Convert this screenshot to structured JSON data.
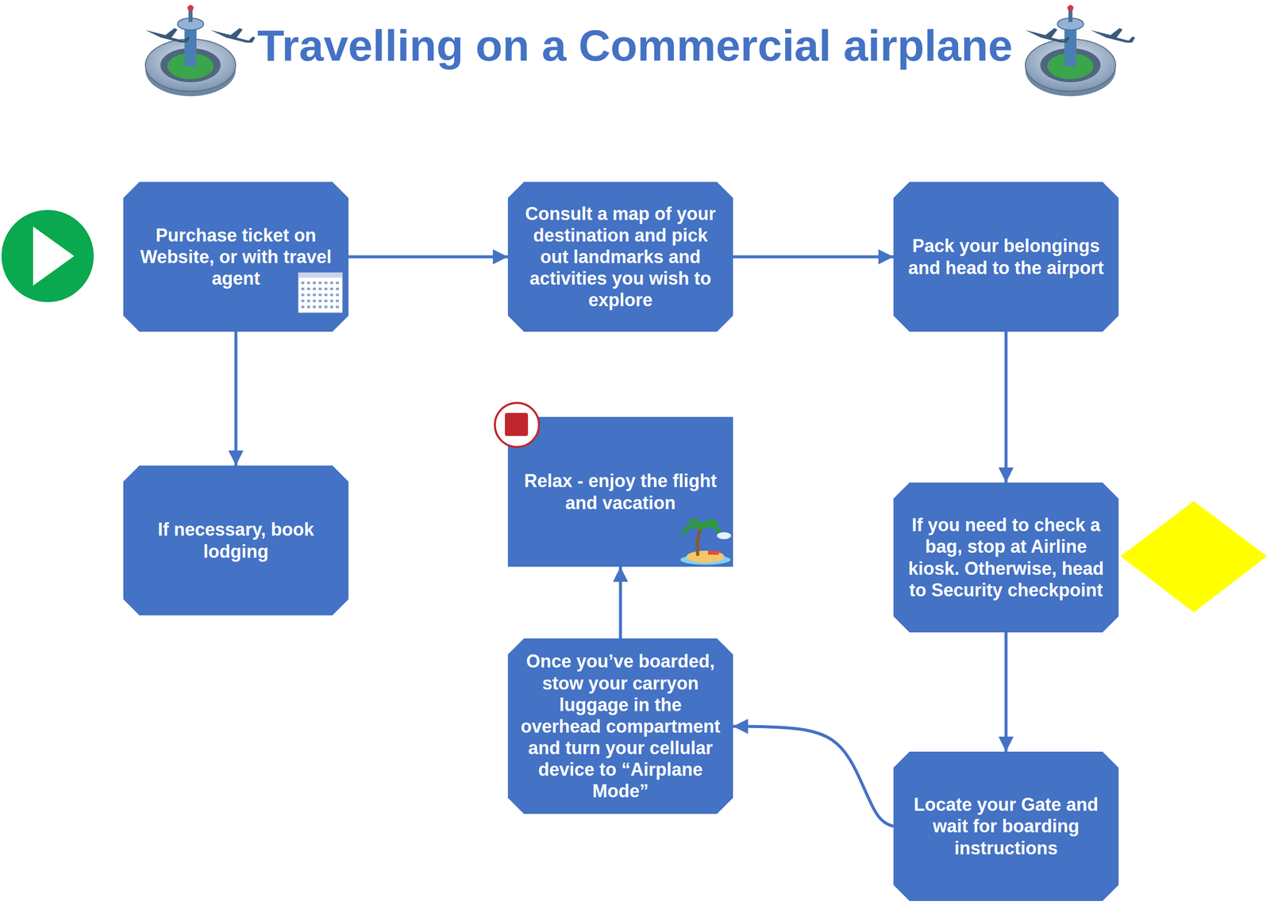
{
  "diagram": {
    "title": "Travelling on a Commercial airplane",
    "nodes": [
      {
        "text": [
          "Purchase ticket on Website, or with travel agent"
        ]
      },
      {
        "text": [
          "Consult a map of your destination and pick out landmarks and activities you wish to explore"
        ]
      },
      {
        "text": [
          "Pack your belongings and head to the airport"
        ]
      },
      {
        "text": [
          "If necessary, book lodging"
        ]
      },
      {
        "text": [
          "Relax - enjoy the flight and vacation"
        ]
      },
      {
        "text": [
          "If you need to check a bag, stop at Airline kiosk. Otherwise, head to Security checkpoint"
        ]
      },
      {
        "text": [
          "Once you’ve boarded, stow your carryon luggage in the overhead compartment and turn your cellular device to “Airplane Mode”"
        ]
      },
      {
        "text": [
          "Locate your Gate and wait for boarding instructions"
        ]
      }
    ],
    "edges": [
      {
        "from": 0,
        "to": 1,
        "arrow": "to"
      },
      {
        "from": 1,
        "to": 2,
        "arrow": "to"
      },
      {
        "from": 0,
        "to": 3,
        "arrow": "to"
      },
      {
        "from": 2,
        "to": 5,
        "arrow": "to"
      },
      {
        "from": 5,
        "to": 7,
        "arrow": "to"
      },
      {
        "from": 7,
        "to": 6,
        "arrow": "to"
      },
      {
        "from": 6,
        "to": 4,
        "arrow": "to"
      }
    ]
  }
}
